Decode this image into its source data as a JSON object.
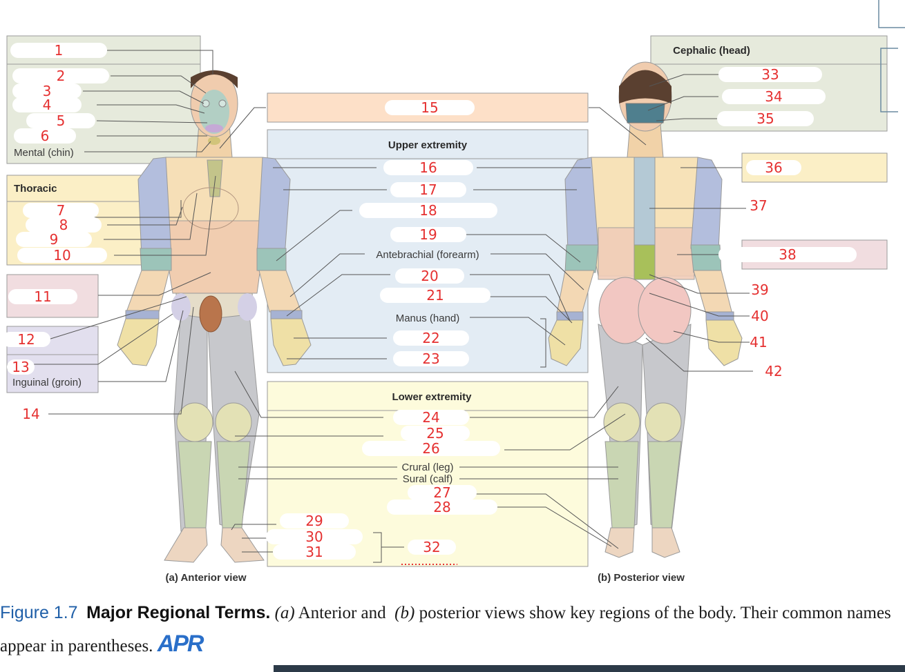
{
  "labels": {
    "mental": "Mental (chin)",
    "thoracic": "Thoracic",
    "inguinal": "Inguinal (groin)",
    "upper_extremity": "Upper extremity",
    "antebrachial": "Antebrachial (forearm)",
    "manus": "Manus (hand)",
    "lower_extremity": "Lower extremity",
    "crural": "Crural (leg)",
    "sural": "Sural (calf)",
    "cephalic": "Cephalic (head)"
  },
  "numbers": [
    "1",
    "2",
    "3",
    "4",
    "5",
    "6",
    "7",
    "8",
    "9",
    "10",
    "11",
    "12",
    "13",
    "14",
    "15",
    "16",
    "17",
    "18",
    "19",
    "20",
    "21",
    "22",
    "23",
    "24",
    "25",
    "26",
    "27",
    "28",
    "29",
    "30",
    "31",
    "32",
    "33",
    "34",
    "35",
    "36",
    "37",
    "38",
    "39",
    "40",
    "41",
    "42"
  ],
  "views": {
    "anterior": "(a) Anterior view",
    "posterior": "(b) Posterior view"
  },
  "caption": {
    "figure": "Figure 1.7",
    "title": "Major Regional Terms.",
    "a": "(a)",
    "text1": "Anterior and",
    "b": "(b)",
    "text2": "posterior views show key regions of the body. Their common names appear in parentheses.",
    "logo": "APR"
  },
  "colors": {
    "box_gray": "#e6eadc",
    "box_yellow": "#fbefc6",
    "box_pink": "#f1dde0",
    "box_lavender": "#e2dfee",
    "box_orange": "#fde0c8",
    "box_blue": "#e3ecf4",
    "box_cream": "#fdfbdc",
    "handwriting": "#e53030"
  }
}
